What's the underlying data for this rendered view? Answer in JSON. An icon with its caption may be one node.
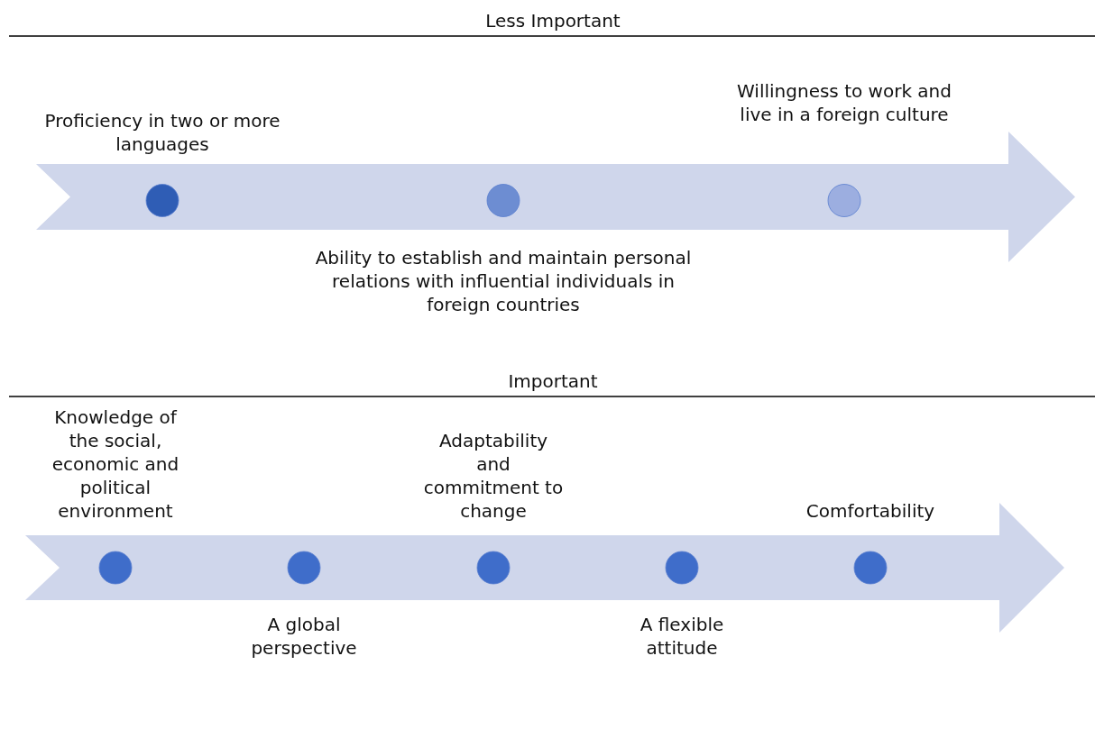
{
  "diagram": {
    "nodes": [
      {
        "text": [],
        "shape": "arrow"
      },
      {
        "text": [],
        "shape": "circle",
        "in": 0,
        "beside": [
          "Proficiency in two or more languages"
        ]
      },
      {
        "text": [],
        "shape": "circle",
        "in": 0,
        "beside": [
          "Ability to establish and maintain personal relations with influential individuals in foreign countries"
        ]
      },
      {
        "text": [],
        "shape": "circle",
        "in": 0,
        "beside": [
          "Willingness to work and live in a foreign culture"
        ]
      },
      {
        "text": [],
        "shape": "arrow"
      },
      {
        "text": [],
        "shape": "circle",
        "in": 4,
        "beside": [
          "Knowledge of the social, economic and political environment"
        ]
      },
      {
        "text": [],
        "shape": "circle",
        "in": 4,
        "beside": [
          "A global perspective"
        ]
      },
      {
        "text": [],
        "shape": "circle",
        "in": 4,
        "beside": [
          "Adaptability and commitment to change"
        ]
      },
      {
        "text": [],
        "shape": "circle",
        "in": 4,
        "beside": [
          "A flexible attitude"
        ]
      },
      {
        "text": [],
        "shape": "circle",
        "in": 4,
        "beside": [
          "Comfortability"
        ]
      }
    ],
    "labels": [
      "Less Important",
      "Important"
    ]
  }
}
